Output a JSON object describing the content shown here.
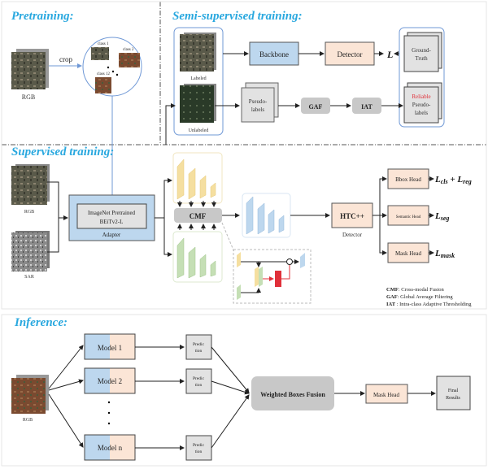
{
  "sections": {
    "pretraining": {
      "title": "Pretraining:",
      "rgb_label": "RGB",
      "crop_label": "crop",
      "classes": [
        "class 1",
        "class 2",
        "class 12"
      ]
    },
    "semi_supervised": {
      "title": "Semi-supervised training:",
      "labeled": "Labeled",
      "unlabeled": "Unlabeled",
      "backbone": "Backbone",
      "detector": "Detector",
      "loss": "L",
      "ground_truth": [
        "Ground-",
        "Truth"
      ],
      "pseudo_labels": [
        "Pseudo-",
        "labels"
      ],
      "gaf": "GAF",
      "iat": "IAT",
      "reliable": "Reliable",
      "reliable_pseudo": [
        "Pseudo-",
        "labels"
      ]
    },
    "supervised": {
      "title": "Supervised training:",
      "rgb_label": "RGB",
      "sar_label": "SAR",
      "adapter_inner": [
        "ImageNet Pretrained",
        "BEiTv2-L"
      ],
      "adapter_label": "Adapter",
      "cmf": "CMF",
      "htc": "HTC++",
      "detector_label": "Detector",
      "heads": [
        {
          "label": "Bbox Head",
          "loss": "L_cls + L_reg"
        },
        {
          "label": "Semantic Head",
          "loss": "L_seg"
        },
        {
          "label": "Mask Head",
          "loss": "L_mask"
        }
      ],
      "legend": [
        {
          "abbr": "CMF",
          "text": ": Cross-modal Fusion"
        },
        {
          "abbr": "GAF",
          "text": ": Global Average Filtering"
        },
        {
          "abbr": "IAT",
          "text": " : Intra-class Adaptive Thresholding"
        }
      ]
    },
    "inference": {
      "title": "Inference:",
      "rgb_label": "RGB",
      "models": [
        "Model 1",
        "Model 2",
        "Model n"
      ],
      "prediction": [
        "Predic",
        "tion"
      ],
      "wbf": "Weighted Boxes Fusion",
      "mask_head": "Mask Head",
      "final": [
        "Final",
        "Results"
      ]
    }
  },
  "colors": {
    "title": "#29a8df",
    "blue_box": "#bdd7ee",
    "peach_box": "#fbe5d6",
    "gray_box": "#c8c8c8",
    "yellow": "#f5dfa0",
    "green": "#c5dfb5",
    "reliable": "#e0303a"
  }
}
